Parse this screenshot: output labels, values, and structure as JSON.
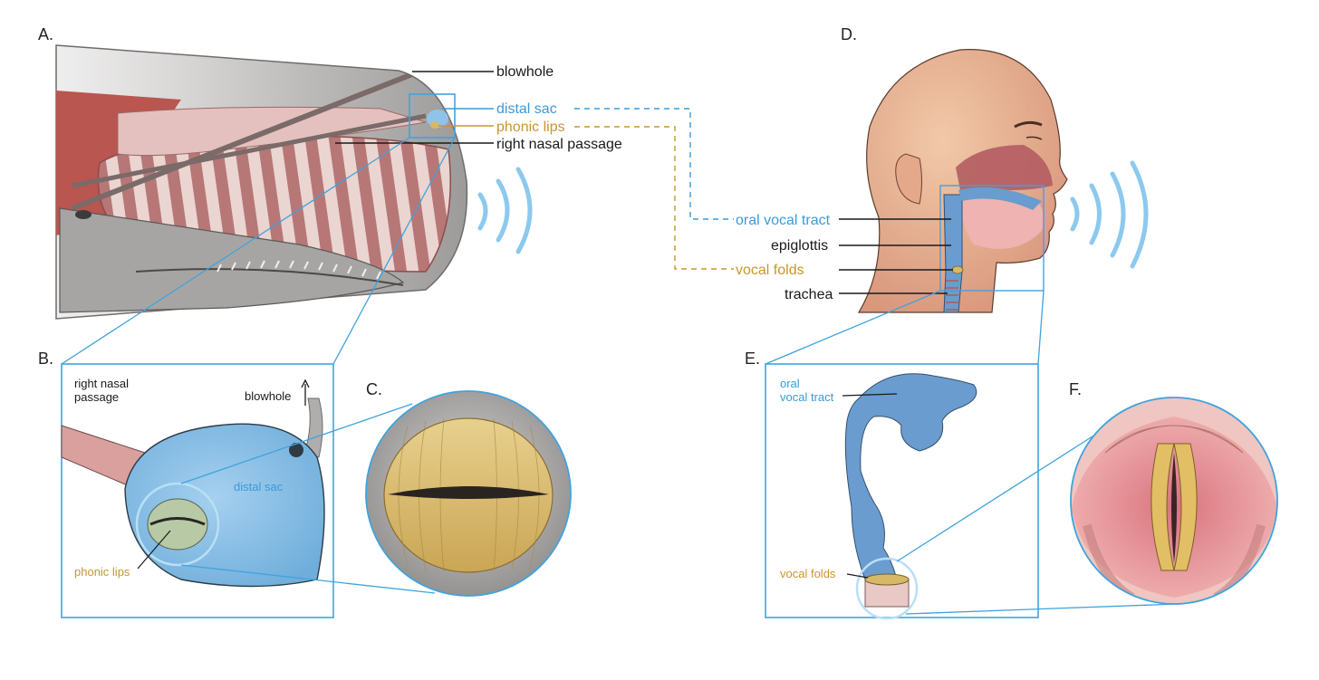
{
  "colors": {
    "accent_blue": "#3a9bd8",
    "accent_orange": "#c9962c",
    "frame_blue": "#3fa3dd",
    "soundwave_blue": "#8cc9ee",
    "leader_black": "#1a1a1a"
  },
  "panels": {
    "a": {
      "letter": "A.",
      "labels": {
        "blowhole": "blowhole",
        "distal_sac": "distal sac",
        "phonic_lips": "phonic lips",
        "right_nasal_passage": "right nasal passage"
      }
    },
    "b": {
      "letter": "B.",
      "labels": {
        "right_nasal_line1": "right nasal",
        "right_nasal_line2": "passage",
        "blowhole": "blowhole",
        "distal_sac": "distal sac",
        "phonic_lips": "phonic lips"
      }
    },
    "c": {
      "letter": "C."
    },
    "d": {
      "letter": "D.",
      "labels": {
        "oral_vocal_tract": "oral vocal tract",
        "epiglottis": "epiglottis",
        "vocal_folds": "vocal folds",
        "trachea": "trachea"
      }
    },
    "e": {
      "letter": "E.",
      "labels": {
        "oral_line1": "oral",
        "oral_line2": "vocal tract",
        "vocal_folds": "vocal folds"
      }
    },
    "f": {
      "letter": "F."
    }
  },
  "icons": {
    "sound_waves": "sound-waves-icon",
    "blowhole_arrow": "arrow-up-icon"
  }
}
